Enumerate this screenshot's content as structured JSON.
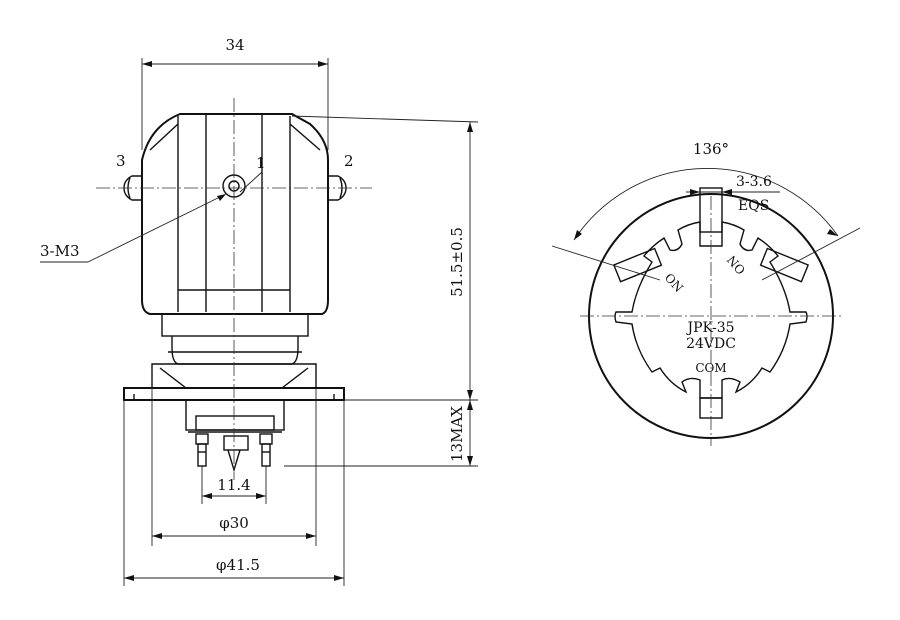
{
  "side_view": {
    "dim_width": "34",
    "dim_height": "51.5±0.5",
    "dim_base_height": "13MAX",
    "dim_pin_spacing": "11.4",
    "dim_inner_dia": "φ30",
    "dim_outer_dia": "φ41.5",
    "thread_callout": "3-M3",
    "terminal_1": "1",
    "terminal_2": "2",
    "terminal_3": "3"
  },
  "bottom_view": {
    "angle": "136°",
    "slot_width": "3-3.6",
    "slot_note": "EQS",
    "model": "JPK-35",
    "voltage": "24VDC",
    "label_on_left": "ON",
    "label_on_right": "ON",
    "label_com": "COM"
  },
  "colors": {
    "line": "#111111",
    "background": "#ffffff"
  }
}
